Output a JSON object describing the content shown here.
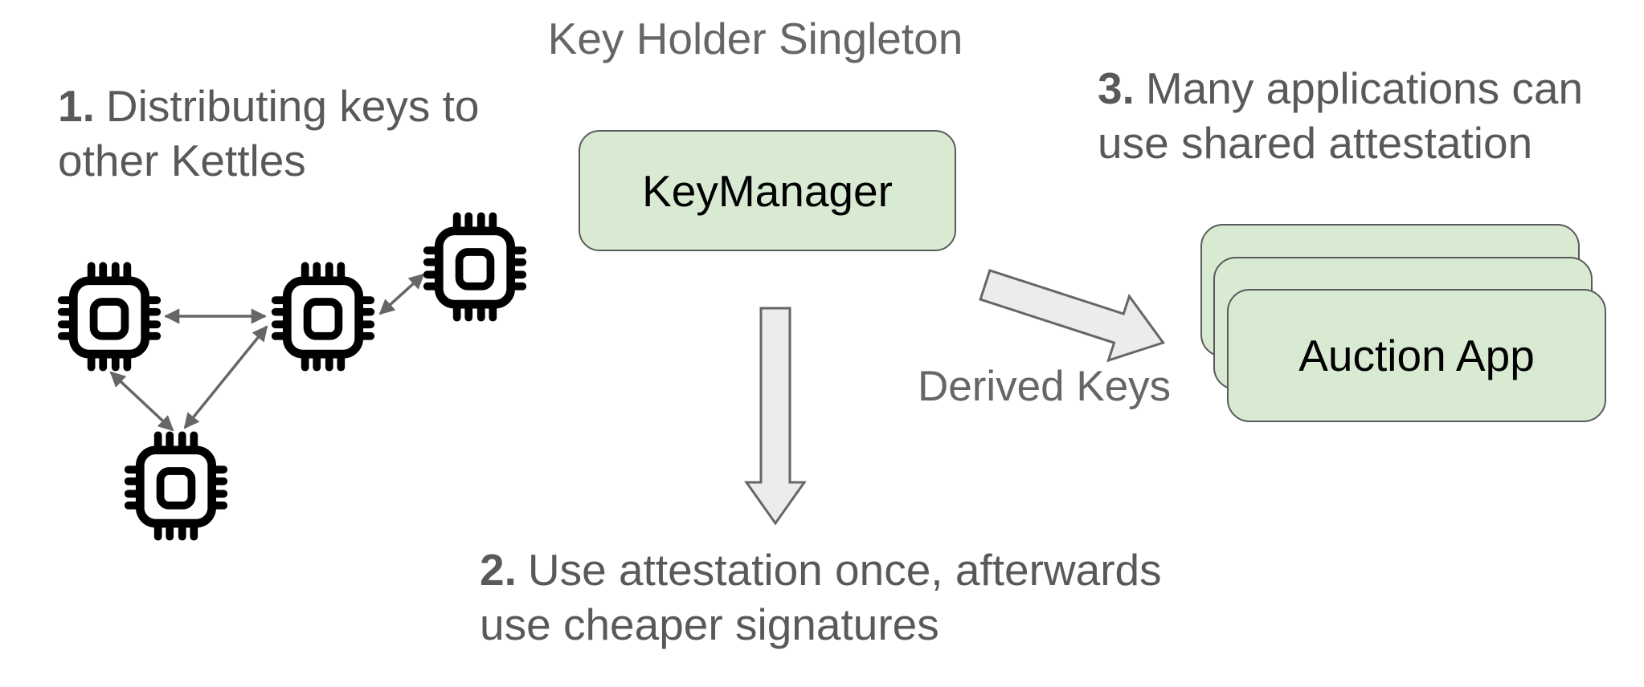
{
  "title": "Key Holder Singleton",
  "notes": {
    "step1": {
      "number": "1.",
      "line1": "Distributing keys to",
      "line2": "other Kettles"
    },
    "step2": {
      "number": "2.",
      "line1": "Use attestation once, afterwards",
      "line2": "use cheaper signatures"
    },
    "step3": {
      "number": "3.",
      "line1": "Many applications can",
      "line2": "use shared attestation"
    }
  },
  "nodes": {
    "key_manager": {
      "label": "KeyManager"
    },
    "auction_app": {
      "label": "Auction App",
      "stack_count": 3
    }
  },
  "labels": {
    "derived_keys": "Derived Keys"
  },
  "icons": {
    "chip": "cpu-chip-icon",
    "down_arrow": "block-arrow-down-icon",
    "diagonal_arrow": "block-arrow-diagonal-icon",
    "connector": "double-headed-arrow-icon"
  },
  "colors": {
    "node_fill": "#d9ead3",
    "node_border": "#5a5a5a",
    "text_gray": "#595959",
    "label_gray": "#666666",
    "text_dark": "#000000",
    "block_arrow_fill": "#ececec",
    "block_arrow_stroke": "#666666",
    "connector": "#666666",
    "bg": "#ffffff"
  }
}
